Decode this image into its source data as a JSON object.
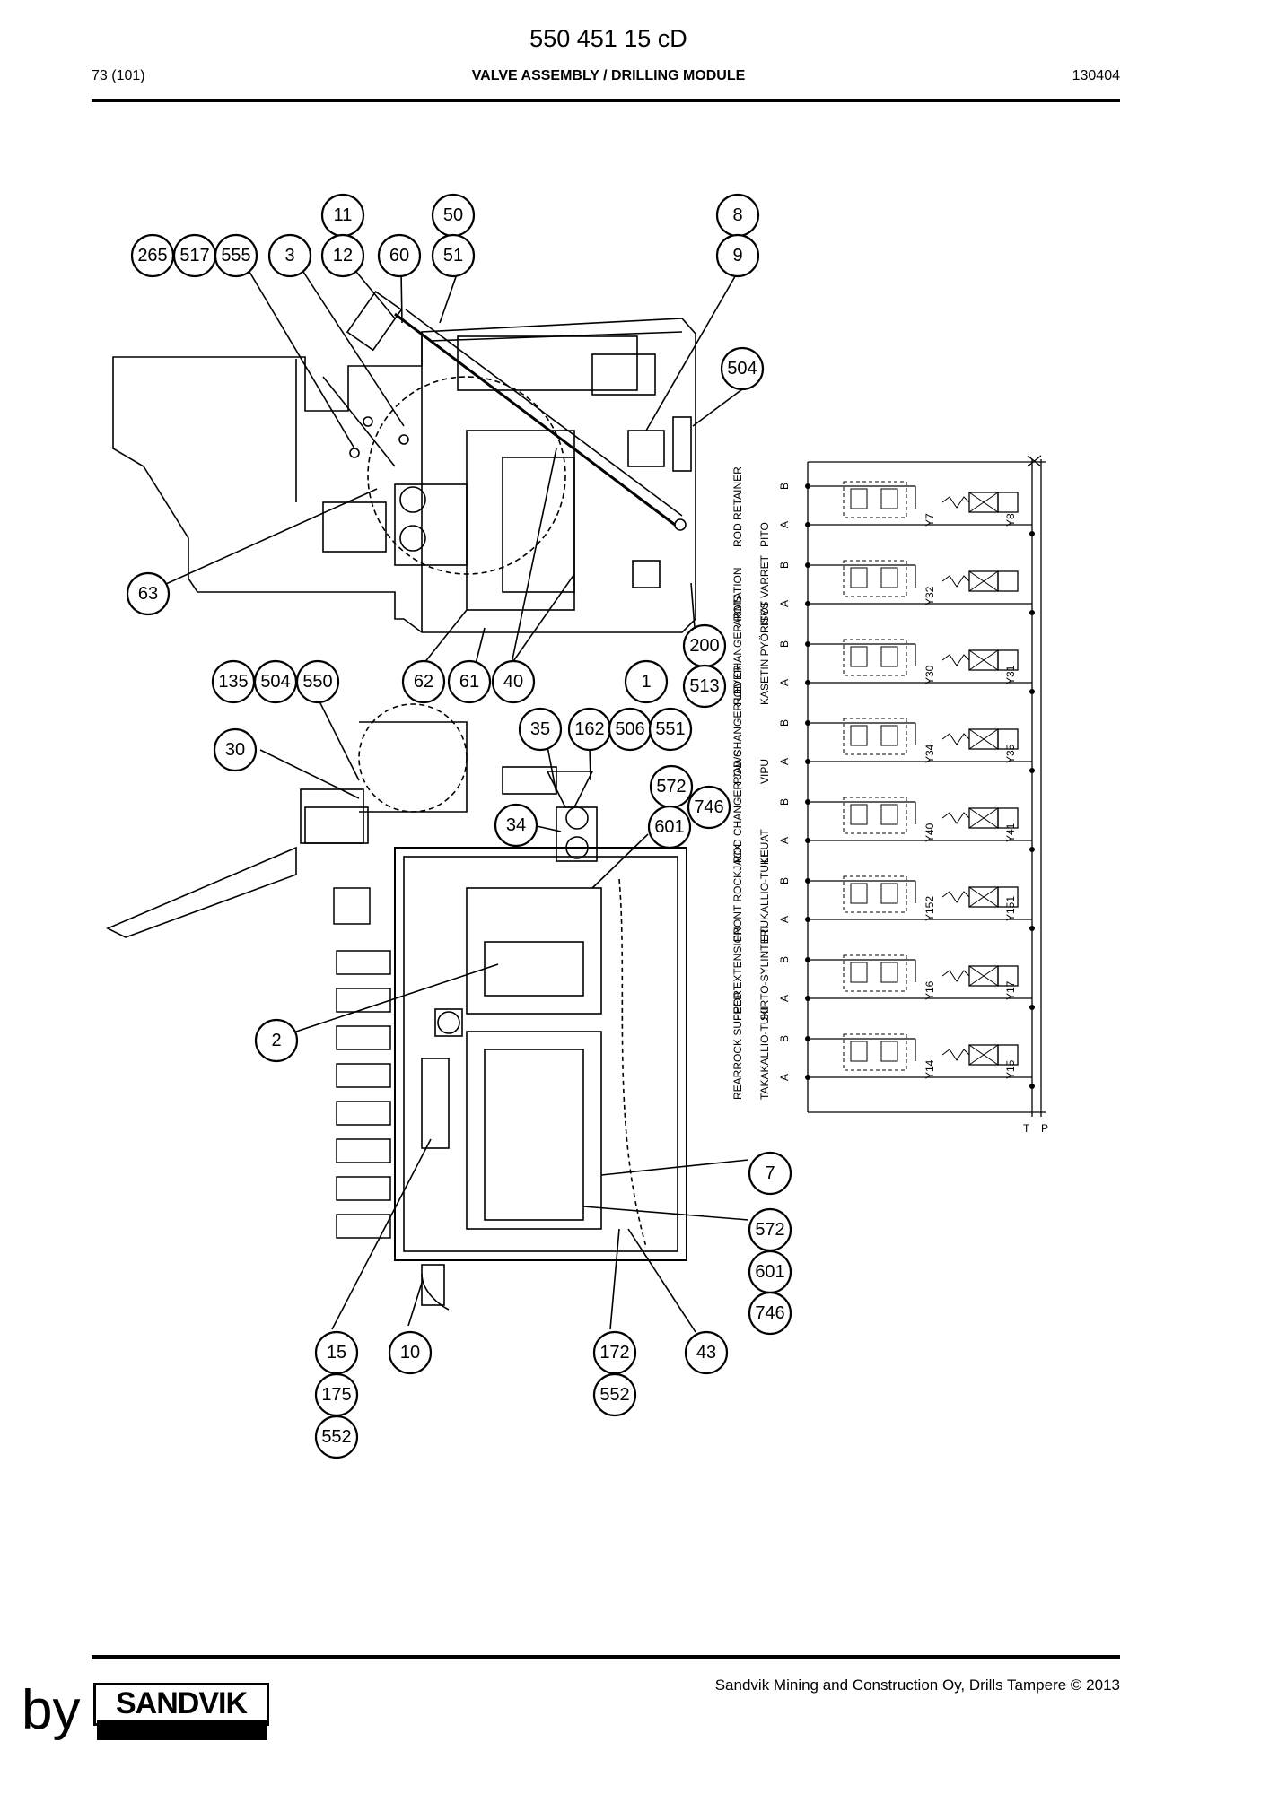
{
  "header": {
    "doc_number": "550 451 15 cD",
    "page": "73 (101)",
    "title": "VALVE ASSEMBLY / DRILLING MODULE",
    "date_code": "130404"
  },
  "footer": {
    "company": "Sandvik Mining and Construction Oy, Drills Tampere © 2013",
    "logo_text": "SANDVIK",
    "watermark": "by"
  },
  "callouts": [
    "11",
    "50",
    "8",
    "265",
    "517",
    "555",
    "3",
    "12",
    "60",
    "51",
    "9",
    "504",
    "63",
    "200",
    "513",
    "62",
    "61",
    "40",
    "1",
    "135",
    "504",
    "550",
    "30",
    "35",
    "162",
    "506",
    "551",
    "572",
    "746",
    "34",
    "601",
    "2",
    "7",
    "572",
    "601",
    "746",
    "15",
    "10",
    "172",
    "43",
    "175",
    "552",
    "552"
  ],
  "schematic": {
    "rows": [
      {
        "group": "ROD RETAINER",
        "sub": "PITO",
        "valves": [
          "Y7",
          "Y8"
        ]
      },
      {
        "group": "ARMS",
        "sub": "ISOT VARRET",
        "valves": [
          "Y32"
        ]
      },
      {
        "group": "ROD CHANGER ROTATION",
        "sub": "KASETIN PYÖRITYS",
        "valves": [
          "Y30",
          "Y31"
        ]
      },
      {
        "group": "ROD CHANGER LEVER",
        "sub": "VIPU",
        "valves": [
          "Y34",
          "Y35"
        ]
      },
      {
        "group": "ROD CHANGER JAWS",
        "sub": "LEUAT",
        "valves": [
          "Y40",
          "Y41"
        ]
      },
      {
        "group": "FRONT ROCKJACK",
        "sub": "ETUKALLIO-TUKI",
        "valves": [
          "Y152",
          "Y151"
        ]
      },
      {
        "group": "FEED EXTENSION",
        "sub": "SIIRTO-SYLINTERI",
        "valves": [
          "Y16",
          "Y17"
        ]
      },
      {
        "group": "REARROCK SUPPORT",
        "sub": "TAKAKALLIO-TUKI",
        "valves": [
          "Y14",
          "Y15"
        ]
      }
    ],
    "port_a": "A",
    "port_b": "B",
    "tank": "T",
    "pressure": "P"
  }
}
